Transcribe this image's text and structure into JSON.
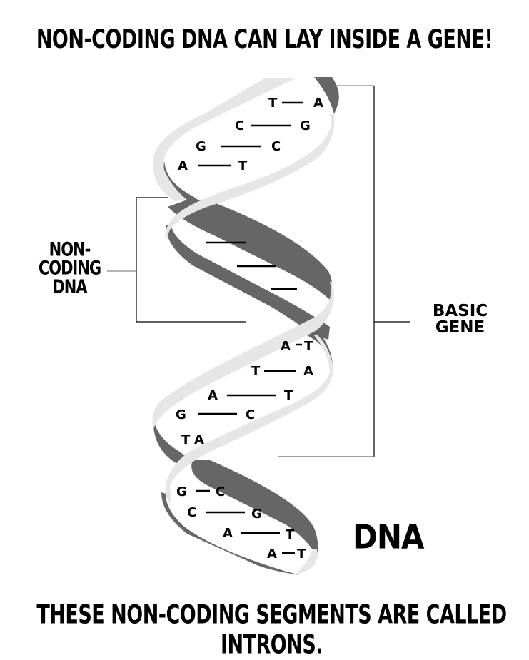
{
  "title": "Non-coding DNA can lay inside a gene!",
  "caption": "These non-coding segments are called introns.",
  "labels": {
    "non_coding": [
      "Non-coding",
      "DNA"
    ],
    "basic_gene": [
      "Basic",
      "Gene"
    ],
    "dna": "DNA"
  },
  "colors": {
    "dark_strand": "#666666",
    "light_strand": "#e6e6e6",
    "text": "#000000",
    "bracket": "#000000"
  },
  "base_pairs": {
    "segment_1": [
      {
        "left": "T",
        "right": "A"
      },
      {
        "left": "C",
        "right": "G"
      },
      {
        "left": "G",
        "right": "C"
      },
      {
        "left": "A",
        "right": "T"
      }
    ],
    "non_coding_segment": [
      "",
      "",
      ""
    ],
    "segment_2": [
      {
        "left": "A",
        "right": "T"
      },
      {
        "left": "T",
        "right": "A"
      },
      {
        "left": "A",
        "right": "T"
      },
      {
        "left": "G",
        "right": "C"
      },
      {
        "left": "T",
        "right": "A"
      }
    ],
    "segment_3": [
      {
        "left": "G",
        "right": "C"
      },
      {
        "left": "C",
        "right": "G"
      },
      {
        "left": "A",
        "right": "T"
      },
      {
        "left": "A",
        "right": "T"
      }
    ]
  }
}
